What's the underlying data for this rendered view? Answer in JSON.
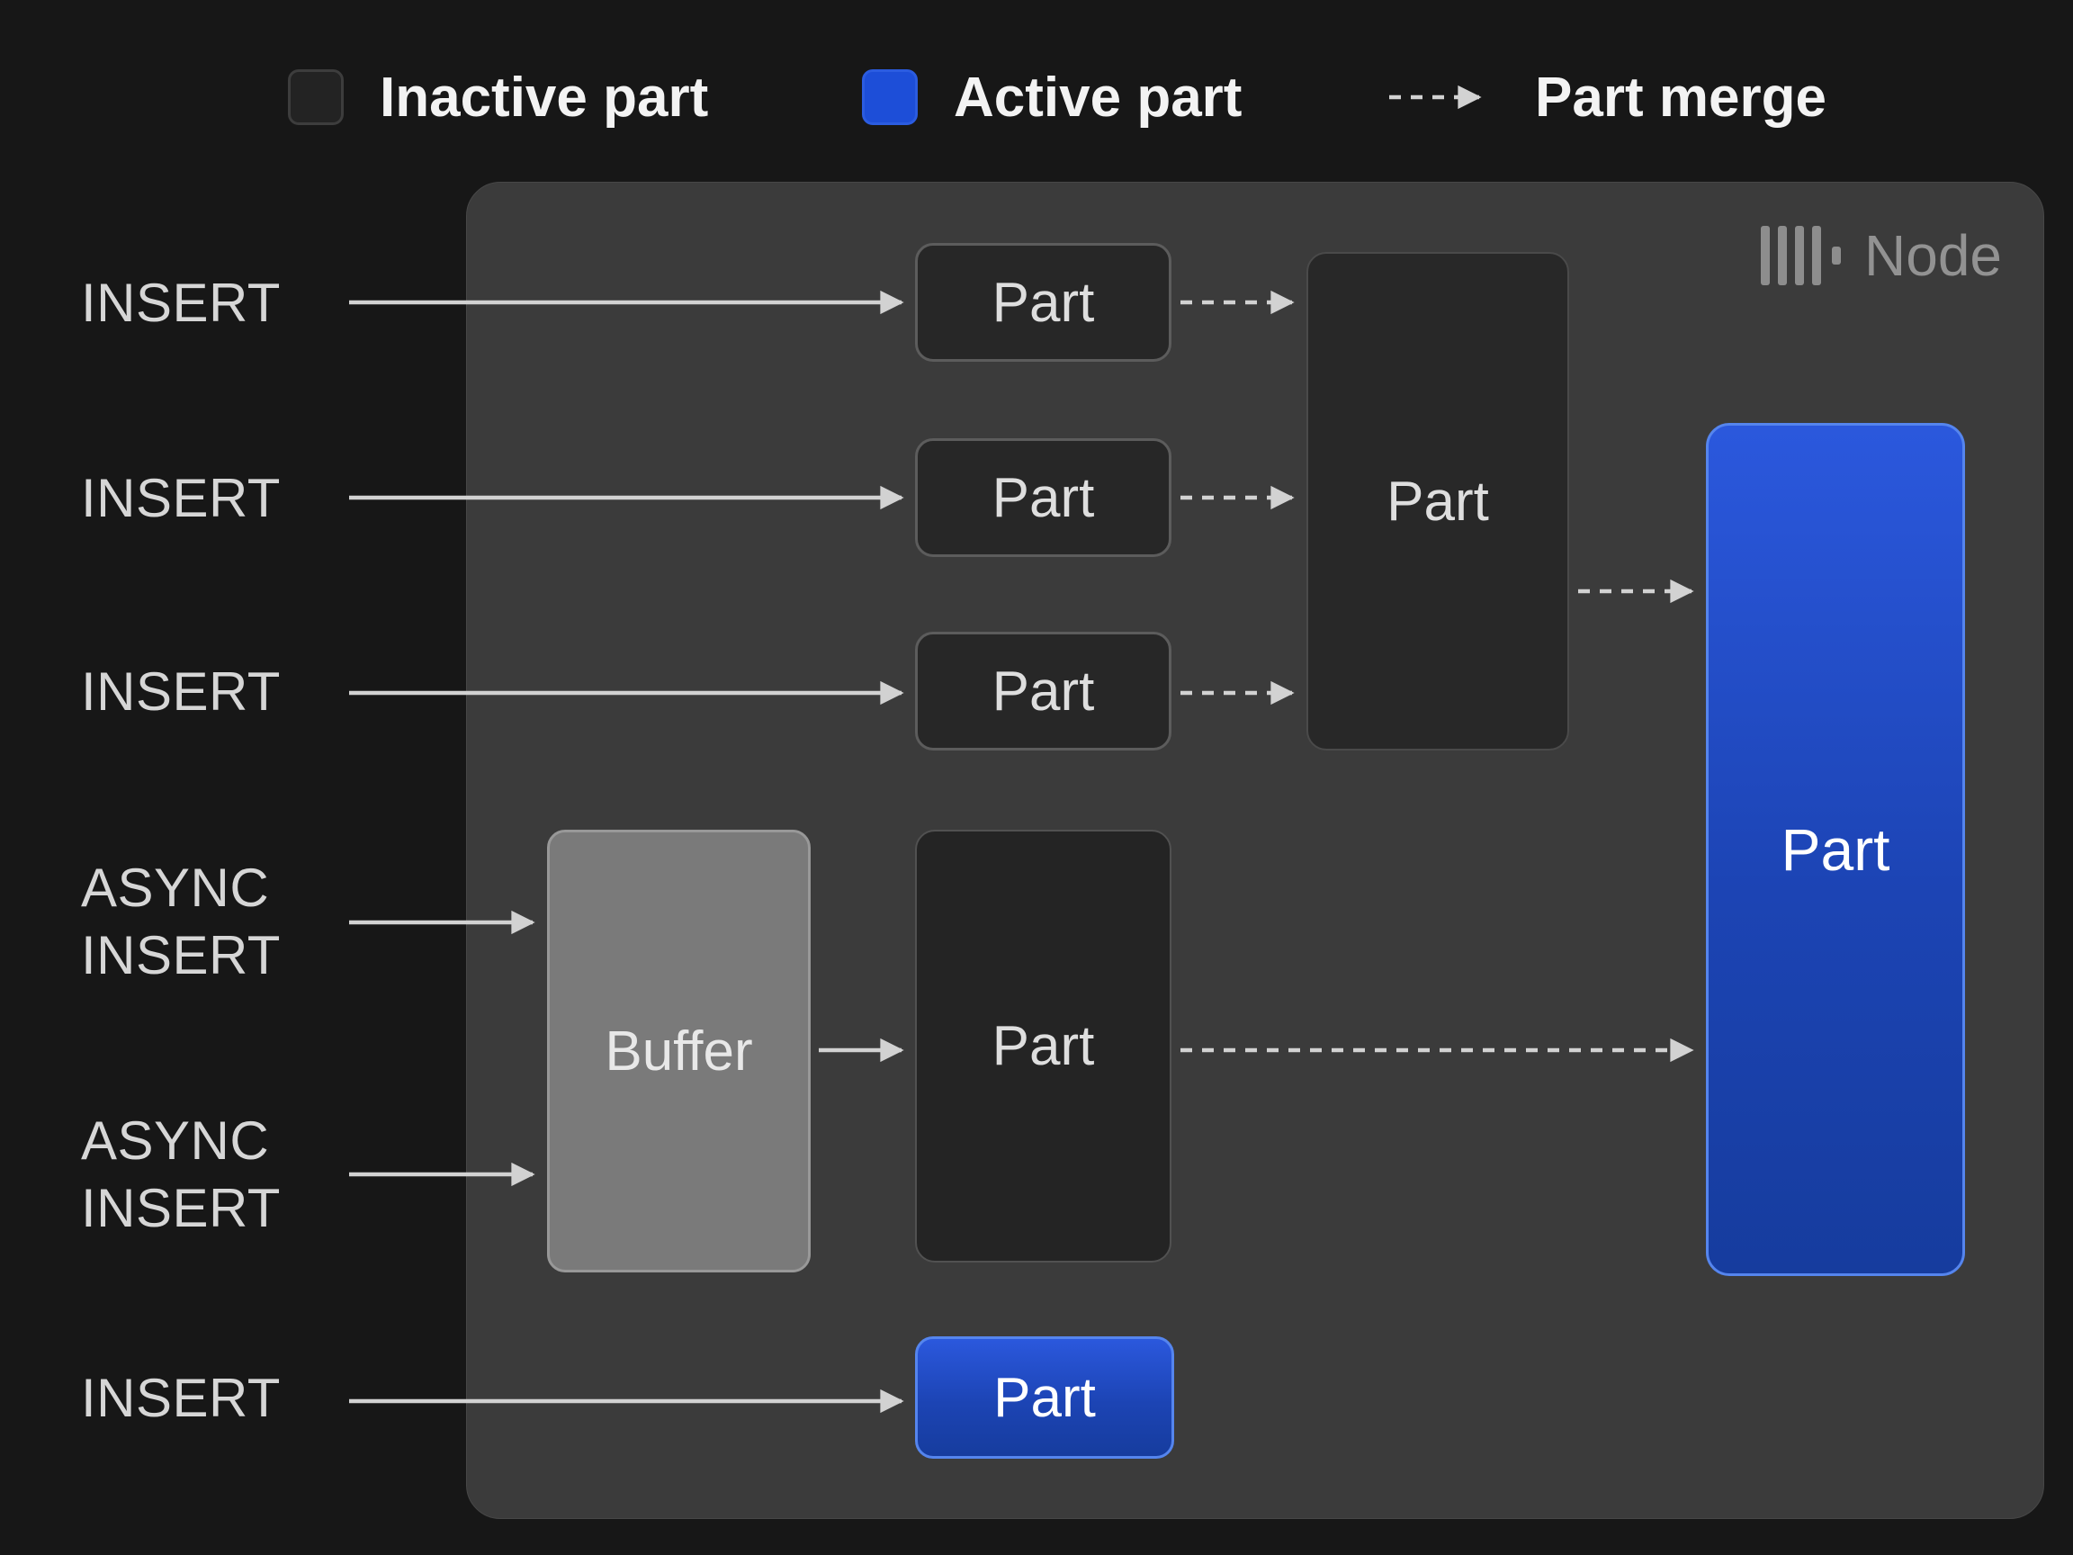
{
  "legend": {
    "inactive_label": "Inactive part",
    "active_label": "Active part",
    "merge_label": "Part merge"
  },
  "node": {
    "title": "Node"
  },
  "inserts": [
    {
      "label": "INSERT"
    },
    {
      "label": "INSERT"
    },
    {
      "label": "INSERT"
    },
    {
      "label": "ASYNC INSERT"
    },
    {
      "label": "ASYNC INSERT"
    },
    {
      "label": "INSERT"
    }
  ],
  "parts": {
    "insert_parts": [
      "Part",
      "Part",
      "Part"
    ],
    "merged_part": "Part",
    "buffer": "Buffer",
    "buffered_part": "Part",
    "active_part": "Part",
    "new_part": "Part"
  },
  "colors": {
    "background": "#171717",
    "node_background": "#3b3b3b",
    "inactive_part_fill": "#272727",
    "inactive_part_border": "#5c5c5c",
    "buffer_fill": "#7a7a7a",
    "active_blue": "#1d4ed8",
    "active_border": "#5585ee",
    "arrow": "#d2d2d2",
    "text": "#d6d6d6"
  }
}
